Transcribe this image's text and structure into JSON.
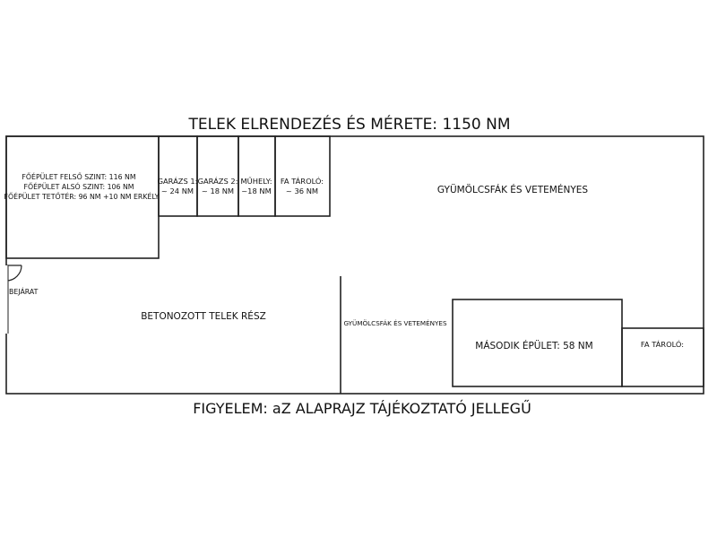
{
  "title": "TELEK ELRENDEZÉS ÉS MÉRETE: 1150 NM",
  "footer": "FIGYELEM: aZ ALAPRAJZ TÁJÉKOZTATÓ JELLEGŰ",
  "main_building": {
    "line1": "FŐÉPÜLET FELSŐ SZINT: 116 NM",
    "line2": "FŐÉPÜLET ALSÓ SZINT: 106 NM",
    "line3": "FŐÉPÜLET TETŐTÉR: 96 NM +10 NM ERKÉLY"
  },
  "garage1": {
    "name": "GARÁZS 1:",
    "area": "~ 24 NM"
  },
  "garage2": {
    "name": "GARÁZS 2:",
    "area": "~ 18 NM"
  },
  "workshop": {
    "name": "MŰHELY:",
    "area": "~18 NM"
  },
  "woodstore1": {
    "name": "FA TÁROLÓ:",
    "area": "~ 36 NM"
  },
  "garden_top": "GYÜMÖLCSFÁK ÉS VETEMÉNYES",
  "garden_mid": "GYÜMÖLCSFÁK ÉS VETEMÉNYES",
  "entrance": "BEJÁRAT",
  "concrete": "BETONOZOTT TELEK RÉSZ",
  "second_building": "MÁSODIK ÉPÜLET: 58 NM",
  "woodstore2": "FA TÁROLÓ:"
}
